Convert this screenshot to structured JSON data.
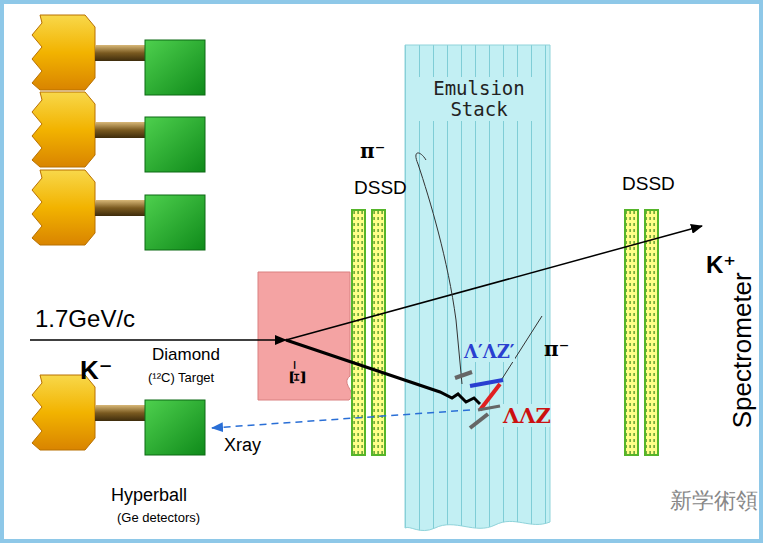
{
  "diagram": {
    "nodes": [
      {
        "text": [
          "Emulsion Stack"
        ]
      },
      {
        "text": [
          "DSSD"
        ]
      },
      {
        "text": [
          "DSSD"
        ]
      },
      {
        "text": [
          "Diamond",
          "(¹²C) Target"
        ]
      },
      {
        "text": [
          "Hyperball",
          "(Ge detectors)"
        ]
      }
    ],
    "labels": [
      "1.7GeV/c",
      "K⁻",
      "Ξ⁻",
      "π⁻",
      "π⁻",
      "Λ′ΛZ′",
      "ΛΛZ",
      "Xray",
      "K⁺",
      "Spectrometer",
      "新学術領"
    ]
  }
}
